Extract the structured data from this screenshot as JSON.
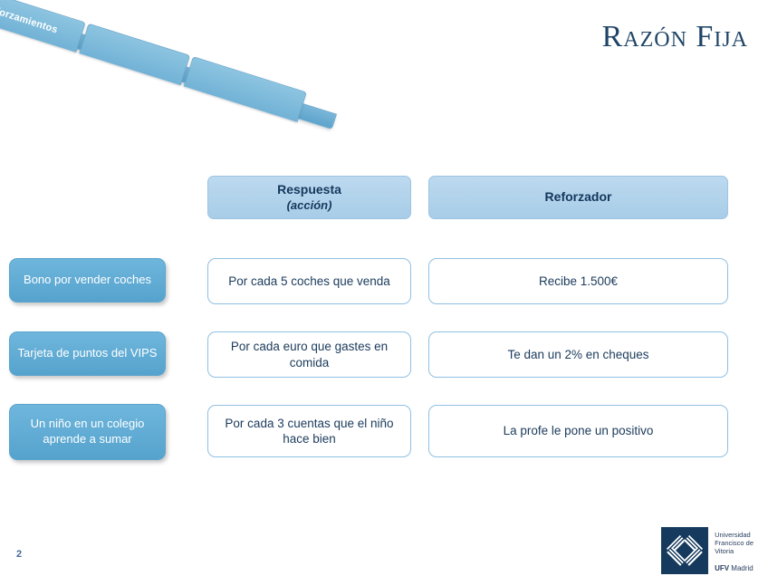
{
  "slide": {
    "title": "Razón Fija",
    "page_number": "2"
  },
  "tabstrip": {
    "tabs": [
      {
        "label": "Reforzamientos"
      },
      {
        "label": ""
      },
      {
        "label": ""
      }
    ]
  },
  "table": {
    "headers": {
      "col2_main": "Respuesta",
      "col2_sub": "(acción)",
      "col3": "Reforzador"
    },
    "rows": [
      {
        "cue": "Bono por vender coches",
        "response": "Por cada 5 coches que venda",
        "reinforcer": "Recibe 1.500€"
      },
      {
        "cue": "Tarjeta de puntos del VIPS",
        "response": "Por cada euro que gastes en comida",
        "reinforcer": "Te dan un 2% en cheques"
      },
      {
        "cue": "Un niño en un colegio aprende a sumar",
        "response": "Por cada 3 cuentas que el niño hace bien",
        "reinforcer": "La profe le pone un positivo"
      }
    ]
  },
  "footer": {
    "logo_name": "Universidad\nFrancisco de\nVitoria",
    "logo_brand": "UFV",
    "logo_city": " Madrid"
  },
  "colors": {
    "title": "#1f4466",
    "header_box": "#a8cde8",
    "cue_box": "#55a3cd",
    "cell_border": "#8fc0e2",
    "logo_navy": "#153a5e"
  }
}
